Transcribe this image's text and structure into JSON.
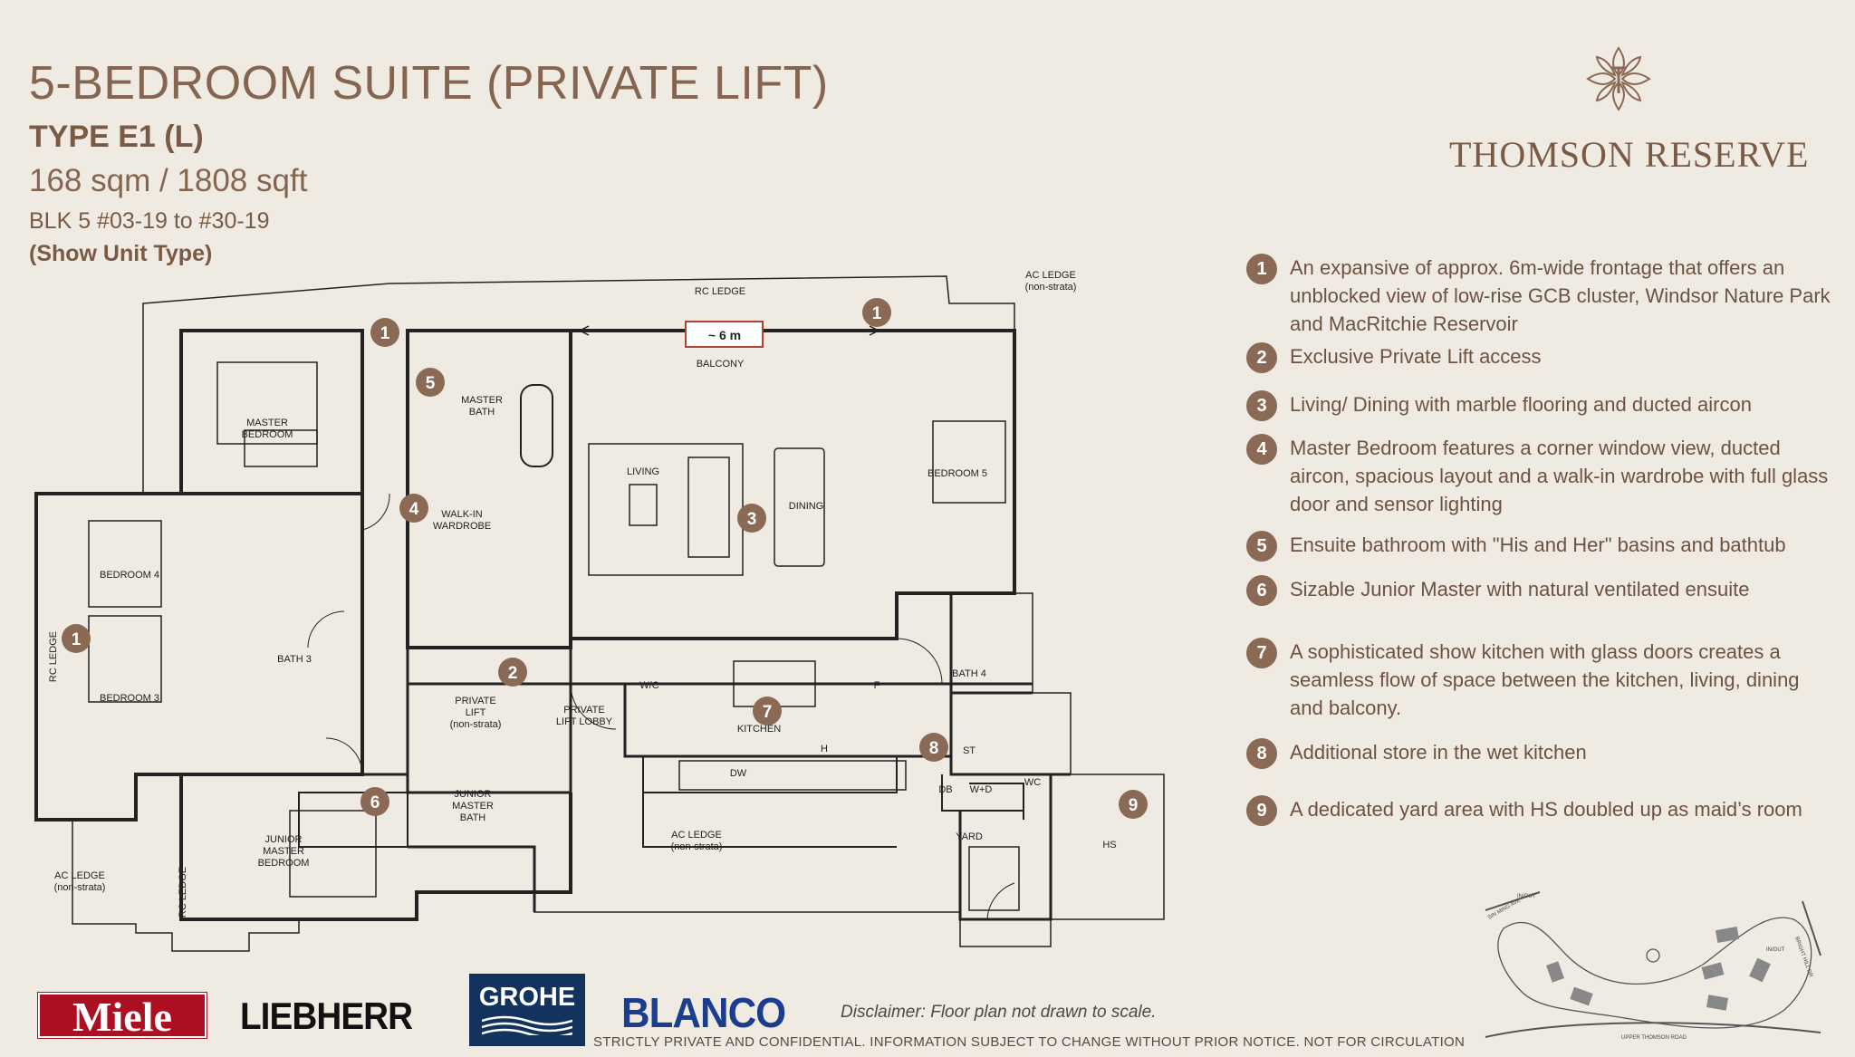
{
  "header": {
    "title": "5-BEDROOM SUITE (PRIVATE LIFT)",
    "type": "TYPE E1 (L)",
    "area": "168 sqm / 1808 sqft",
    "block": "BLK 5 #03-19 to #30-19",
    "show_unit": "(Show Unit Type)"
  },
  "brand": {
    "name": "THOMSON RESERVE",
    "logo_icon": "lotus-emblem-icon"
  },
  "features": [
    {
      "number": "1",
      "text": "An expansive of approx. 6m-wide frontage that offers an unblocked view of low-rise GCB cluster, Windsor Nature Park and MacRitchie Reservoir"
    },
    {
      "number": "2",
      "text": "Exclusive Private Lift access"
    },
    {
      "number": "3",
      "text": "Living/ Dining with marble flooring and ducted aircon"
    },
    {
      "number": "4",
      "text": "Master Bedroom features a corner window view, ducted aircon, spacious layout and a walk-in wardrobe with full glass door and sensor lighting"
    },
    {
      "number": "5",
      "text": "Ensuite bathroom with \"His and Her\" basins and bathtub"
    },
    {
      "number": "6",
      "text": "Sizable Junior Master with natural ventilated ensuite"
    },
    {
      "number": "7",
      "text": "A sophisticated show kitchen with glass doors creates a seamless flow of space between the kitchen, living, dining and balcony."
    },
    {
      "number": "8",
      "text": "Additional store in the wet kitchen"
    },
    {
      "number": "9",
      "text": "A dedicated yard area with HS doubled up as maid’s room"
    }
  ],
  "floorplan": {
    "rooms": {
      "rc_ledge_top": "RC LEDGE",
      "ac_ledge_top_1": "AC LEDGE",
      "ac_ledge_top_2": "(non-strata)",
      "frontage": "~ 6 m",
      "balcony": "BALCONY",
      "master_bedroom_1": "MASTER",
      "master_bedroom_2": "BEDROOM",
      "master_bath_1": "MASTER",
      "master_bath_2": "BATH",
      "walkin_1": "WALK-IN",
      "walkin_2": "WARDROBE",
      "living": "LIVING",
      "dining": "DINING",
      "bedroom5": "BEDROOM 5",
      "bedroom4": "BEDROOM 4",
      "bedroom3": "BEDROOM 3",
      "bath3": "BATH 3",
      "rc_ledge_left": "RC LEDGE",
      "private_lift_1": "PRIVATE",
      "private_lift_2": "LIFT",
      "private_lift_3": "(non-strata)",
      "lift_lobby_1": "PRIVATE",
      "lift_lobby_2": "LIFT LOBBY",
      "wc_kitchen": "W/C",
      "kitchen": "KITCHEN",
      "fridge": "F",
      "hob": "H",
      "dw": "DW",
      "bath4": "BATH 4",
      "st": "ST",
      "db": "DB",
      "wd": "W+D",
      "wc": "WC",
      "yard": "YARD",
      "hs": "HS",
      "junior_bath_1": "JUNIOR",
      "junior_bath_2": "MASTER",
      "junior_bath_3": "BATH",
      "junior_bed_1": "JUNIOR",
      "junior_bed_2": "MASTER",
      "junior_bed_3": "BEDROOM",
      "ac_ledge_mid_1": "AC LEDGE",
      "ac_ledge_mid_2": "(non-strata)",
      "ac_ledge_bl_1": "AC LEDGE",
      "ac_ledge_bl_2": "(non-strata)",
      "rc_ledge_bottom": "RC LEDGE"
    },
    "markers": [
      "1",
      "5",
      "1",
      "4",
      "3",
      "1",
      "2",
      "7",
      "8",
      "6",
      "9"
    ]
  },
  "location_map": {
    "road_bottom": "UPPER THOMSON ROAD",
    "road_left": "SIN MING AVE",
    "road_right": "BRIGHT HILL DR",
    "in_out_1": "IN/OUT",
    "in_out_2": "IN/OUT"
  },
  "logos": {
    "miele": "Miele",
    "liebherr": "LIEBHERR",
    "grohe": "GROHE",
    "blanco": "BLANCO"
  },
  "disclaimer": "Disclaimer: Floor plan not drawn to scale.",
  "footer": "STRICTLY PRIVATE AND CONFIDENTIAL. INFORMATION SUBJECT TO CHANGE WITHOUT PRIOR NOTICE. NOT FOR CIRCULATION",
  "colors": {
    "background": "#efebe2",
    "accent_brown": "#8b6a55",
    "title_brown": "#85654f",
    "plan_line": "#222222"
  }
}
